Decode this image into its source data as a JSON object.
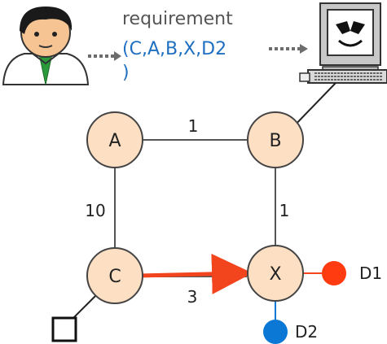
{
  "requirement": {
    "title": "requirement",
    "path_line1": "(C,A,B,X,D2",
    "path_line2": ")"
  },
  "nodes": {
    "a": "A",
    "b": "B",
    "c": "C",
    "x": "X"
  },
  "edges": {
    "a_b": "1",
    "a_c": "10",
    "b_x": "1",
    "c_x": "3"
  },
  "endpoints": {
    "d1": "D1",
    "d2": "D2"
  },
  "colors": {
    "node_fill": "#fde0c4",
    "node_stroke": "#444444",
    "path_arrow": "#f2441d",
    "d1": "#ff3b0f",
    "d2": "#0a78d4",
    "link": "#555555",
    "arrow_dots": "#6d6d6d"
  }
}
